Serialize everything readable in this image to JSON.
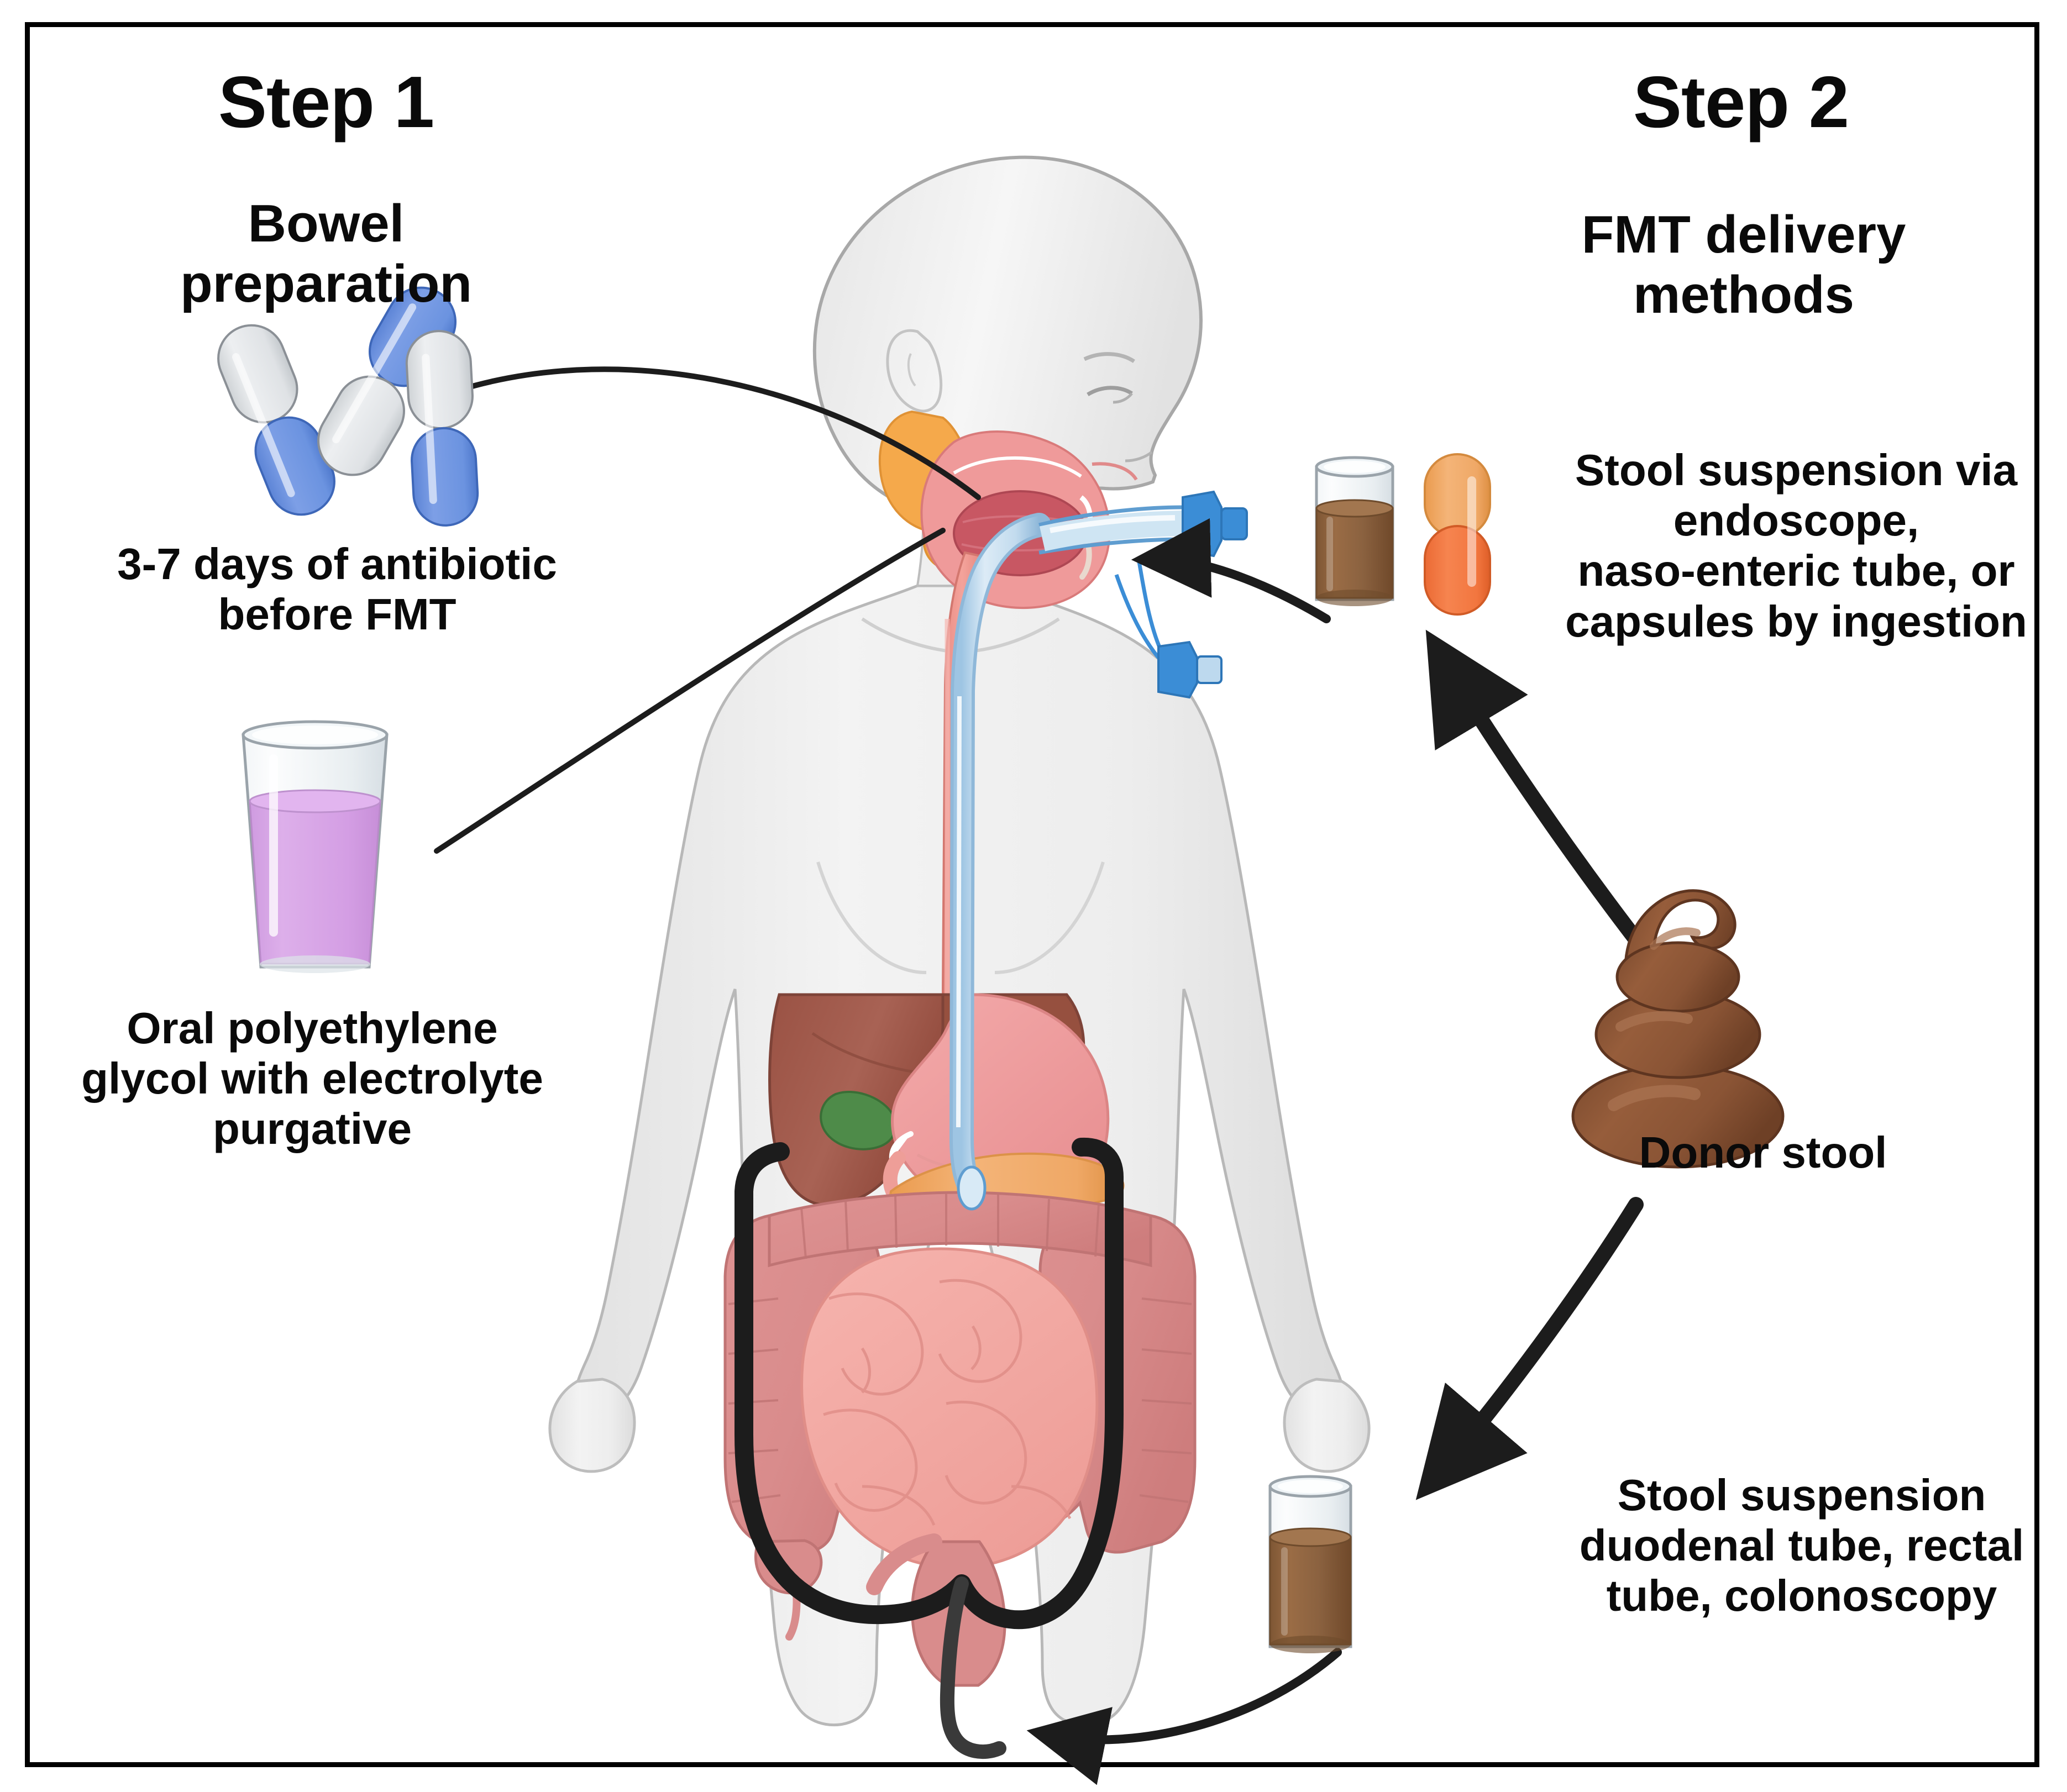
{
  "figure": {
    "title": "Fecal microbiota transplantation (FMT) procedure",
    "border_color": "#000000",
    "background": "#ffffff"
  },
  "steps": [
    {
      "id": "step-1",
      "number_label": "Step 1",
      "heading": "Bowel preparation",
      "items": [
        {
          "id": "antibiotic",
          "icon": "capsule-pills-icon",
          "caption_lines": [
            "3-7 days of antibiotic",
            "before FMT"
          ],
          "caption": "3-7 days of antibiotic before FMT",
          "colors": {
            "pill_blue": "#6E94DE",
            "pill_grey": "#DDDFE2"
          }
        },
        {
          "id": "purgative",
          "icon": "glass-of-liquid-icon",
          "caption_lines": [
            "Oral polyethylene",
            "glycol with electrolyte",
            "purgative"
          ],
          "caption": "Oral polyethylene glycol with electrolyte purgative",
          "colors": {
            "liquid": "#D7A5E3",
            "glass": "#E8EDF0"
          }
        }
      ]
    },
    {
      "id": "step-2",
      "number_label": "Step 2",
      "heading_lines": [
        "FMT delivery",
        "methods"
      ],
      "heading": "FMT delivery methods",
      "items": [
        {
          "id": "upper-route",
          "icons": [
            "beaker-of-stool-suspension-icon",
            "orange-capsule-icon"
          ],
          "caption_lines": [
            "Stool suspension via",
            "endoscope,",
            "naso-enteric tube, or",
            "capsules by ingestion"
          ],
          "caption": "Stool suspension via endoscope, naso-enteric tube, or capsules by ingestion",
          "colors": {
            "suspension": "#8D6240",
            "capsule_top": "#F1AB6B",
            "capsule_bottom": "#F2763F"
          }
        },
        {
          "id": "lower-route",
          "icons": [
            "beaker-of-stool-suspension-icon"
          ],
          "caption_lines": [
            "Stool suspension",
            "duodenal tube, rectal",
            "tube, colonoscopy"
          ],
          "caption": "Stool suspension duodenal tube, rectal tube, colonoscopy",
          "colors": {
            "suspension": "#8D6240"
          }
        }
      ]
    }
  ],
  "donor": {
    "icon": "stool-pile-icon",
    "label": "Donor stool",
    "color": "#8B5A3C"
  },
  "anatomy": {
    "body_label": "human-body-silhouette",
    "parts": [
      {
        "name": "head",
        "color": "#EDEDED"
      },
      {
        "name": "torso",
        "color": "#ECECEC"
      },
      {
        "name": "oral-cavity",
        "color": "#E8788A"
      },
      {
        "name": "salivary-glands",
        "color": "#F5A94B"
      },
      {
        "name": "esophagus",
        "color": "#EF9289"
      },
      {
        "name": "endoscope-tube",
        "color": "#BCD8EC"
      },
      {
        "name": "endoscope-connector",
        "color": "#3B8DD6"
      },
      {
        "name": "liver",
        "color": "#A05A4D"
      },
      {
        "name": "gallbladder",
        "color": "#4E8B49"
      },
      {
        "name": "stomach",
        "color": "#F1A2A2"
      },
      {
        "name": "pancreas",
        "color": "#F6B366"
      },
      {
        "name": "large-intestine",
        "color": "#D98C8C"
      },
      {
        "name": "small-intestine",
        "color": "#F3AAA4"
      },
      {
        "name": "rectal-tube",
        "color": "#2B2B2B"
      },
      {
        "name": "colon-highlight-path",
        "color": "#1C1C1C"
      }
    ]
  },
  "arrows": [
    {
      "id": "arrow-pills-to-mouth",
      "style": "thin-curve",
      "from": "antibiotic-pills",
      "to": "mouth"
    },
    {
      "id": "arrow-glass-to-mouth",
      "style": "thin-curve",
      "from": "purgative-glass",
      "to": "mouth"
    },
    {
      "id": "arrow-upper-delivery-to-mouth",
      "style": "thin-curve-arrowhead",
      "from": "stool-beaker-upper",
      "to": "mouth"
    },
    {
      "id": "arrow-donor-to-upper",
      "style": "thick",
      "from": "donor-stool",
      "to": "stool-beaker-upper"
    },
    {
      "id": "arrow-donor-to-lower",
      "style": "thick",
      "from": "donor-stool",
      "to": "stool-beaker-lower"
    },
    {
      "id": "arrow-lower-beaker-to-rectal-tube",
      "style": "thin-curve-arrowhead",
      "from": "stool-beaker-lower",
      "to": "rectal-tube"
    }
  ]
}
